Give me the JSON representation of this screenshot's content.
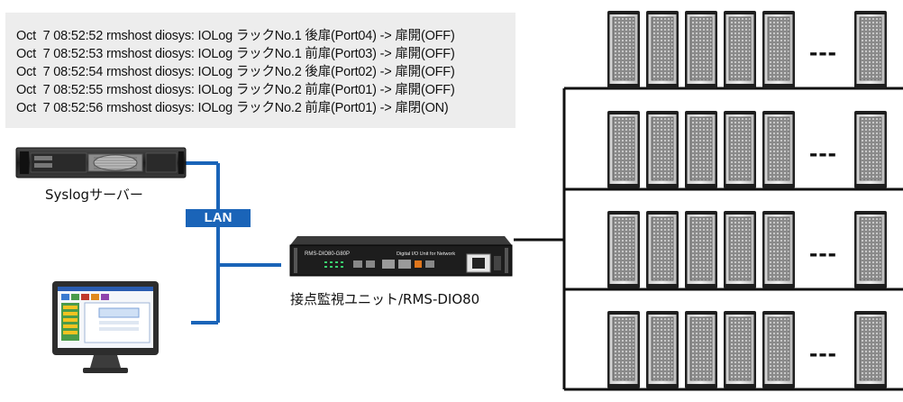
{
  "log": {
    "lines": [
      "Oct  7 08:52:52 rmshost diosys: IOLog ラックNo.1 後扉(Port04) -> 扉開(OFF)",
      "Oct  7 08:52:53 rmshost diosys: IOLog ラックNo.1 前扉(Port03) -> 扉開(OFF)",
      "Oct  7 08:52:54 rmshost diosys: IOLog ラックNo.2 後扉(Port02) -> 扉開(OFF)",
      "Oct  7 08:52:55 rmshost diosys: IOLog ラックNo.2 前扉(Port01) -> 扉開(OFF)",
      "Oct  7 08:52:56 rmshost diosys: IOLog ラックNo.2 前扉(Port01) -> 扉閉(ON)"
    ]
  },
  "server": {
    "label": "Syslogサーバー"
  },
  "network": {
    "label": "LAN",
    "color": "#1a64b8"
  },
  "device": {
    "label": "接点監視ユニット/RMS-DIO80",
    "model_text": "RMS-DIO80-G80P",
    "desc_text": "Digital I/O Unit for Network"
  },
  "racks": {
    "ellipsis": "---",
    "row_count": 4,
    "racks_per_row_shown": 6
  }
}
